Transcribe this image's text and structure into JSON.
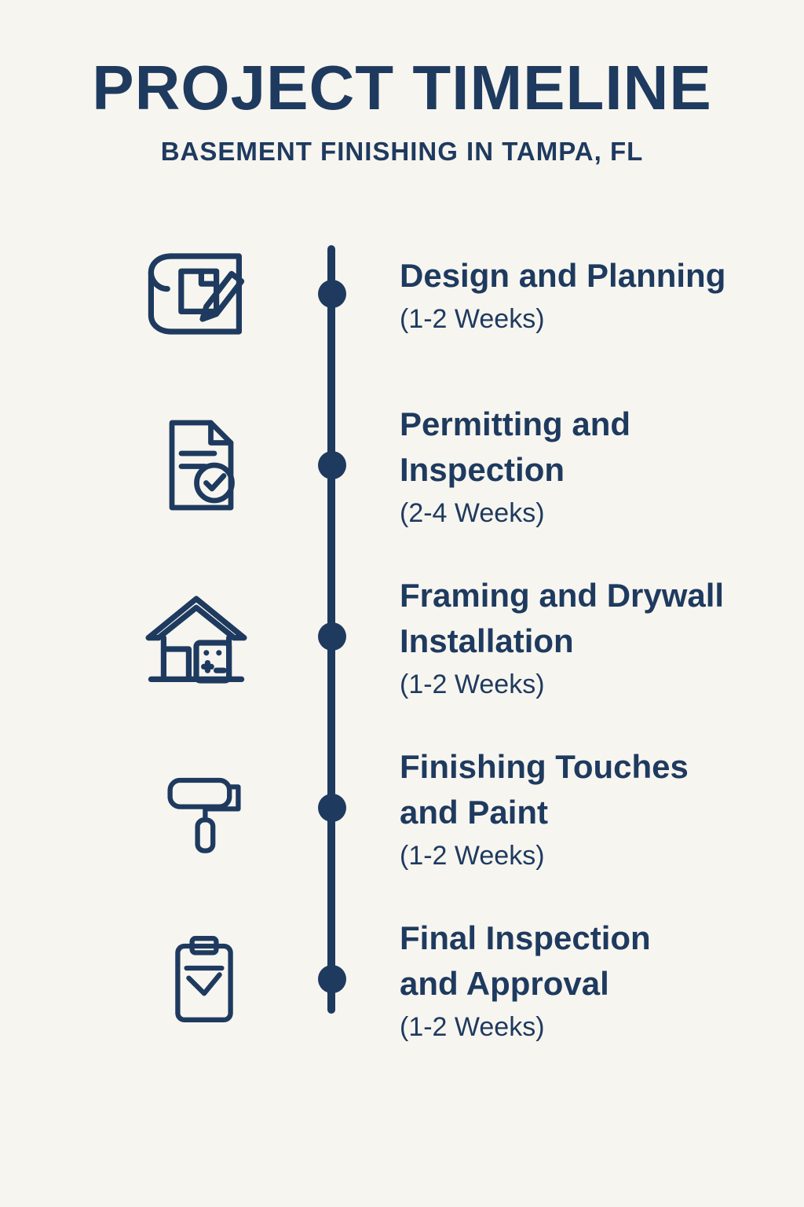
{
  "page": {
    "background_color": "#f7f5ef",
    "accent_color": "#1e3a5f"
  },
  "header": {
    "title": "PROJECT TIMELINE",
    "subtitle": "BASEMENT FINISHING IN TAMPA, FL"
  },
  "timeline": {
    "items": [
      {
        "icon": "blueprint-pencil-icon",
        "title": "Design and Planning",
        "duration": "(1-2 Weeks)"
      },
      {
        "icon": "document-check-icon",
        "title": "Permitting and\nInspection",
        "duration": "(2-4 Weeks)"
      },
      {
        "icon": "house-calculator-icon",
        "title": "Framing and Drywall\nInstallation",
        "duration": "(1-2 Weeks)"
      },
      {
        "icon": "paint-roller-icon",
        "title": "Finishing Touches\nand Paint",
        "duration": "(1-2 Weeks)"
      },
      {
        "icon": "clipboard-check-icon",
        "title": "Final Inspection\nand Approval",
        "duration": "(1-2 Weeks)"
      }
    ]
  }
}
